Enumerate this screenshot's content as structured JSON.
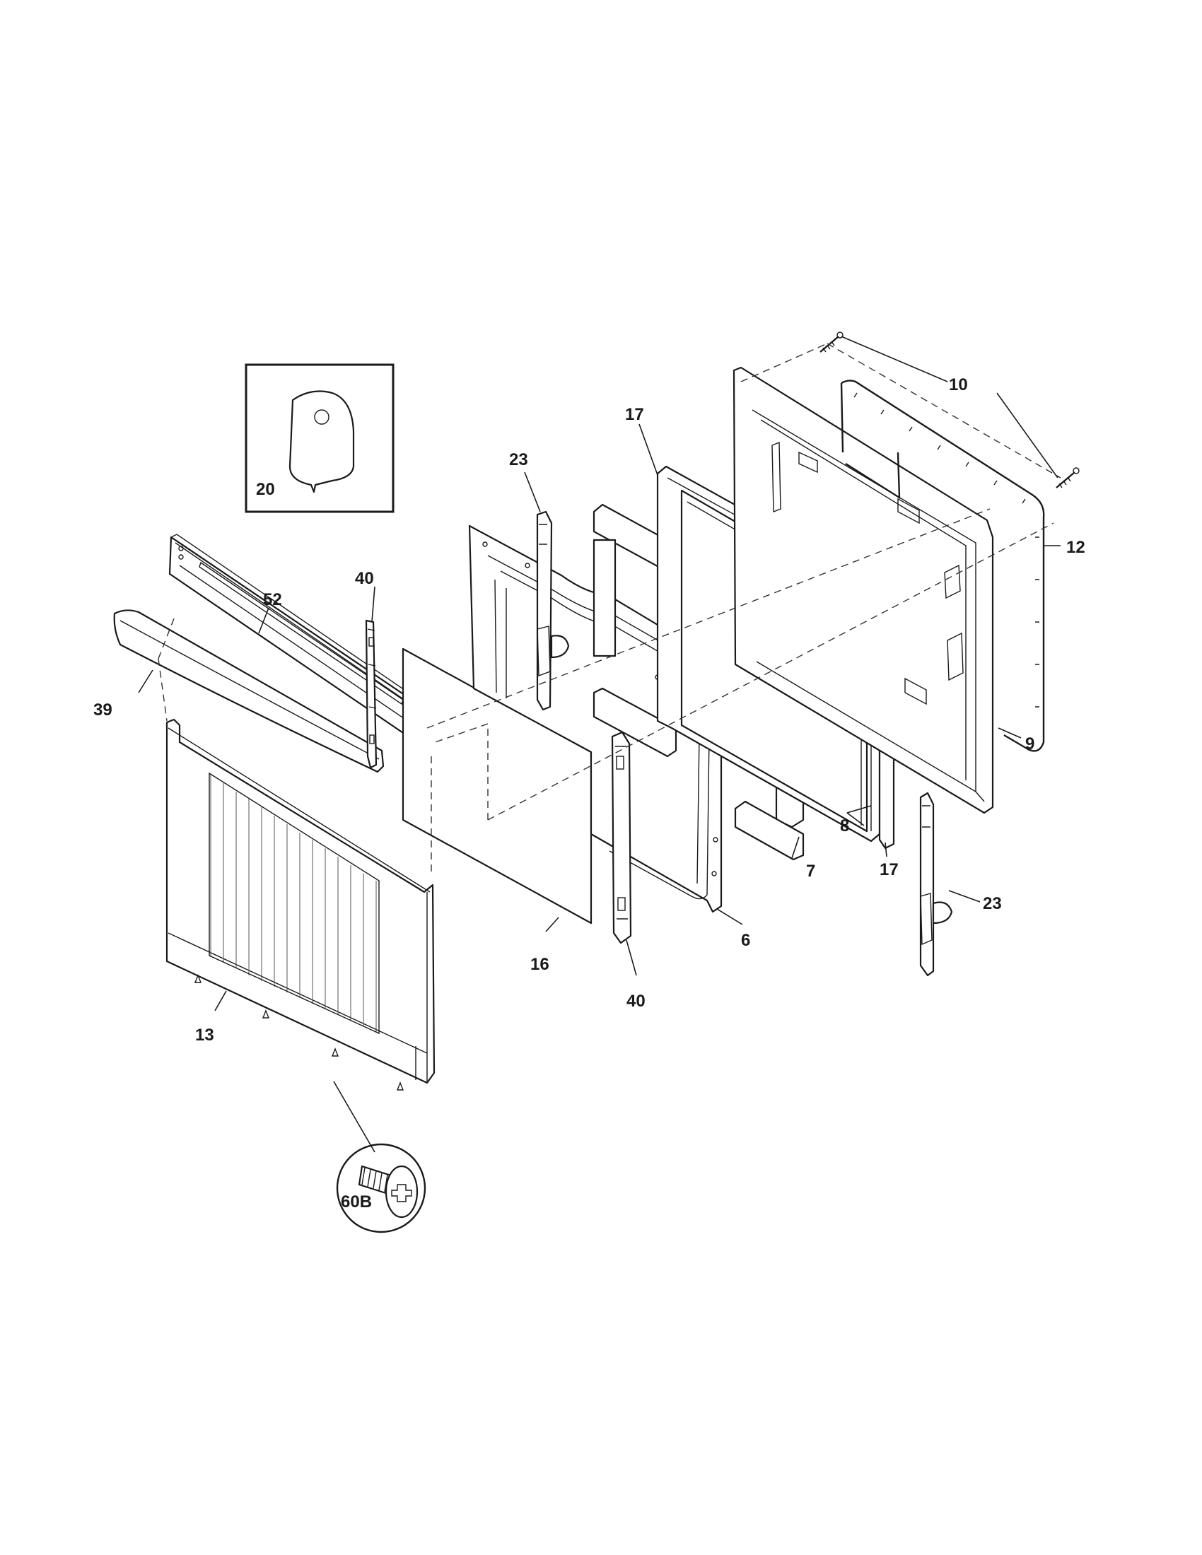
{
  "diagram": {
    "callouts": {
      "c10": "10",
      "c17a": "17",
      "c23a": "23",
      "c12": "12",
      "c40a": "40",
      "c52": "52",
      "c39": "39",
      "c9": "9",
      "c8": "8",
      "c7": "7",
      "c17b": "17",
      "c23b": "23",
      "c6": "6",
      "c16": "16",
      "c40b": "40",
      "c13": "13",
      "c20": "20",
      "c60b": "60B"
    }
  }
}
